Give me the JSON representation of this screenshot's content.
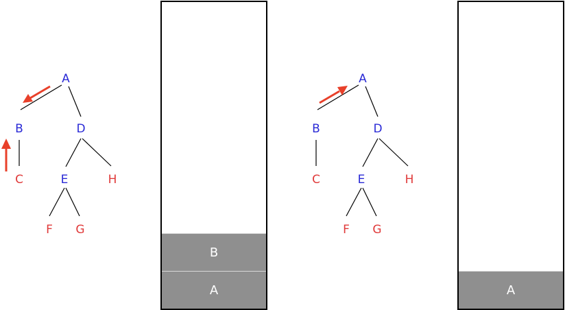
{
  "colors": {
    "visited": "#2a2ad6",
    "unvisited": "#e03a3a",
    "arrow": "#e8402a",
    "stack_fill": "#8f8f8f"
  },
  "panel_1": {
    "nodes": {
      "a": {
        "label": "A",
        "state": "visited"
      },
      "b": {
        "label": "B",
        "state": "visited"
      },
      "c": {
        "label": "C",
        "state": "unvisited"
      },
      "d": {
        "label": "D",
        "state": "visited"
      },
      "e": {
        "label": "E",
        "state": "visited"
      },
      "f": {
        "label": "F",
        "state": "unvisited"
      },
      "g": {
        "label": "G",
        "state": "unvisited"
      },
      "h": {
        "label": "H",
        "state": "unvisited"
      }
    },
    "stack": [
      "B",
      "A"
    ]
  },
  "panel_2": {
    "nodes": {
      "a": {
        "label": "A",
        "state": "visited"
      },
      "b": {
        "label": "B",
        "state": "visited"
      },
      "c": {
        "label": "C",
        "state": "unvisited"
      },
      "d": {
        "label": "D",
        "state": "visited"
      },
      "e": {
        "label": "E",
        "state": "visited"
      },
      "f": {
        "label": "F",
        "state": "unvisited"
      },
      "g": {
        "label": "G",
        "state": "unvisited"
      },
      "h": {
        "label": "H",
        "state": "unvisited"
      }
    },
    "stack": [
      "A"
    ]
  }
}
